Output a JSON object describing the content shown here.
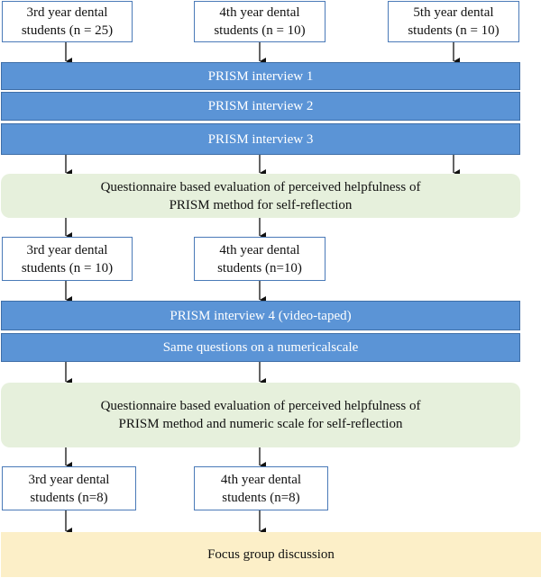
{
  "cohorts_initial": {
    "year3": "3rd year dental\nstudents (n = 25)",
    "year4": "4th year dental\nstudents (n = 10)",
    "year5": "5th year dental\nstudents (n = 10)"
  },
  "interviews": {
    "i1": "PRISM interview 1",
    "i2": "PRISM interview 2",
    "i3": "PRISM interview 3"
  },
  "questionnaire1": "Questionnaire based evaluation of perceived helpfulness of\nPRISM method for self-reflection",
  "cohorts_mid": {
    "year3": "3rd year dental\nstudents (n = 10)",
    "year4": "4th year dental\nstudents (n=10)"
  },
  "interview4": "PRISM interview 4 (video-taped)",
  "numeric_scale": "Same questions on a numericalscale",
  "questionnaire2": "Questionnaire based evaluation of perceived helpfulness of\nPRISM method and numeric scale for self-reflection",
  "cohorts_final": {
    "year3": "3rd year dental\nstudents (n=8)",
    "year4": "4th year dental\nstudents (n=8)"
  },
  "focus_group": "Focus group discussion",
  "colors": {
    "bar_fill": "#5b94d6",
    "questionnaire_fill": "#e6f0dc",
    "focus_fill": "#fcefc8",
    "box_border": "#4a7ab8"
  }
}
